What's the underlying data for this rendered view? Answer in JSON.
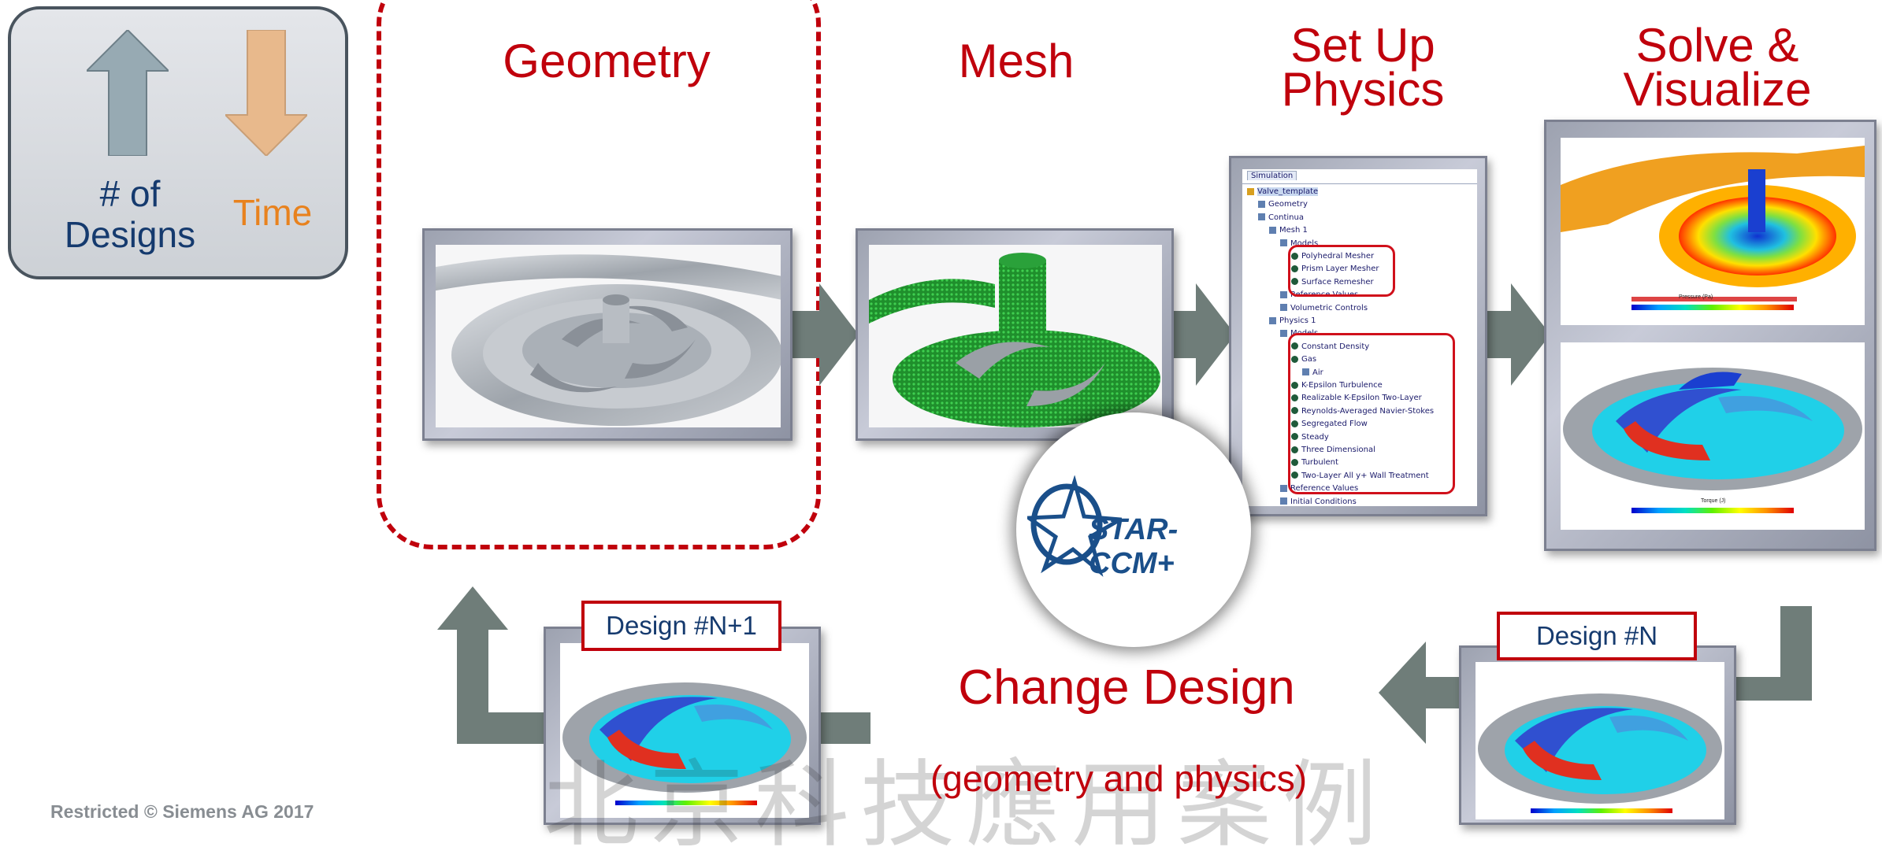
{
  "legend": {
    "designs_label_line1": "# of",
    "designs_label_line2": "Designs",
    "time_label": "Time",
    "designs_arrow_direction": "up",
    "time_arrow_direction": "down",
    "designs_color": "#97aab3",
    "time_color": "#e8b98c"
  },
  "stages": {
    "geometry": "Geometry",
    "mesh": "Mesh",
    "setup_line1": "Set Up",
    "setup_line2": "Physics",
    "solve_line1": "Solve &",
    "solve_line2": "Visualize"
  },
  "tree": {
    "tab": "Simulation",
    "items": [
      {
        "text": "Valve_template",
        "kind": "root"
      },
      {
        "text": "Geometry",
        "kind": "node"
      },
      {
        "text": "Continua",
        "kind": "node"
      },
      {
        "text": "Mesh 1",
        "kind": "node"
      },
      {
        "text": "Models",
        "kind": "node"
      },
      {
        "text": "Polyhedral Mesher",
        "kind": "model"
      },
      {
        "text": "Prism Layer Mesher",
        "kind": "model"
      },
      {
        "text": "Surface Remesher",
        "kind": "model"
      },
      {
        "text": "Reference Values",
        "kind": "node"
      },
      {
        "text": "Volumetric Controls",
        "kind": "node"
      },
      {
        "text": "Physics 1",
        "kind": "node"
      },
      {
        "text": "Models",
        "kind": "node"
      },
      {
        "text": "Constant Density",
        "kind": "model"
      },
      {
        "text": "Gas",
        "kind": "model"
      },
      {
        "text": "Air",
        "kind": "node"
      },
      {
        "text": "K-Epsilon Turbulence",
        "kind": "model"
      },
      {
        "text": "Realizable K-Epsilon Two-Layer",
        "kind": "model"
      },
      {
        "text": "Reynolds-Averaged Navier-Stokes",
        "kind": "model"
      },
      {
        "text": "Segregated Flow",
        "kind": "model"
      },
      {
        "text": "Steady",
        "kind": "model"
      },
      {
        "text": "Three Dimensional",
        "kind": "model"
      },
      {
        "text": "Turbulent",
        "kind": "model"
      },
      {
        "text": "Two-Layer All y+ Wall Treatment",
        "kind": "model"
      },
      {
        "text": "Reference Values",
        "kind": "node"
      },
      {
        "text": "Initial Conditions",
        "kind": "node"
      }
    ]
  },
  "solve": {
    "pressure_title": "Pressure (Pa)",
    "torque_title": "Torque (J)"
  },
  "logo": {
    "text": "STAR-CCM+"
  },
  "design_n": "Design #N",
  "design_n1": "Design #N+1",
  "change_design": "Change Design",
  "change_design_sub": "(geometry and physics)",
  "watermark": "北京科技應用案例",
  "footer": "Restricted © Siemens AG 2017",
  "colors": {
    "accent_red": "#c0000c",
    "arrow_gray": "#6f7d79",
    "navy_text": "#153a6e",
    "orange_text": "#e8821e"
  }
}
